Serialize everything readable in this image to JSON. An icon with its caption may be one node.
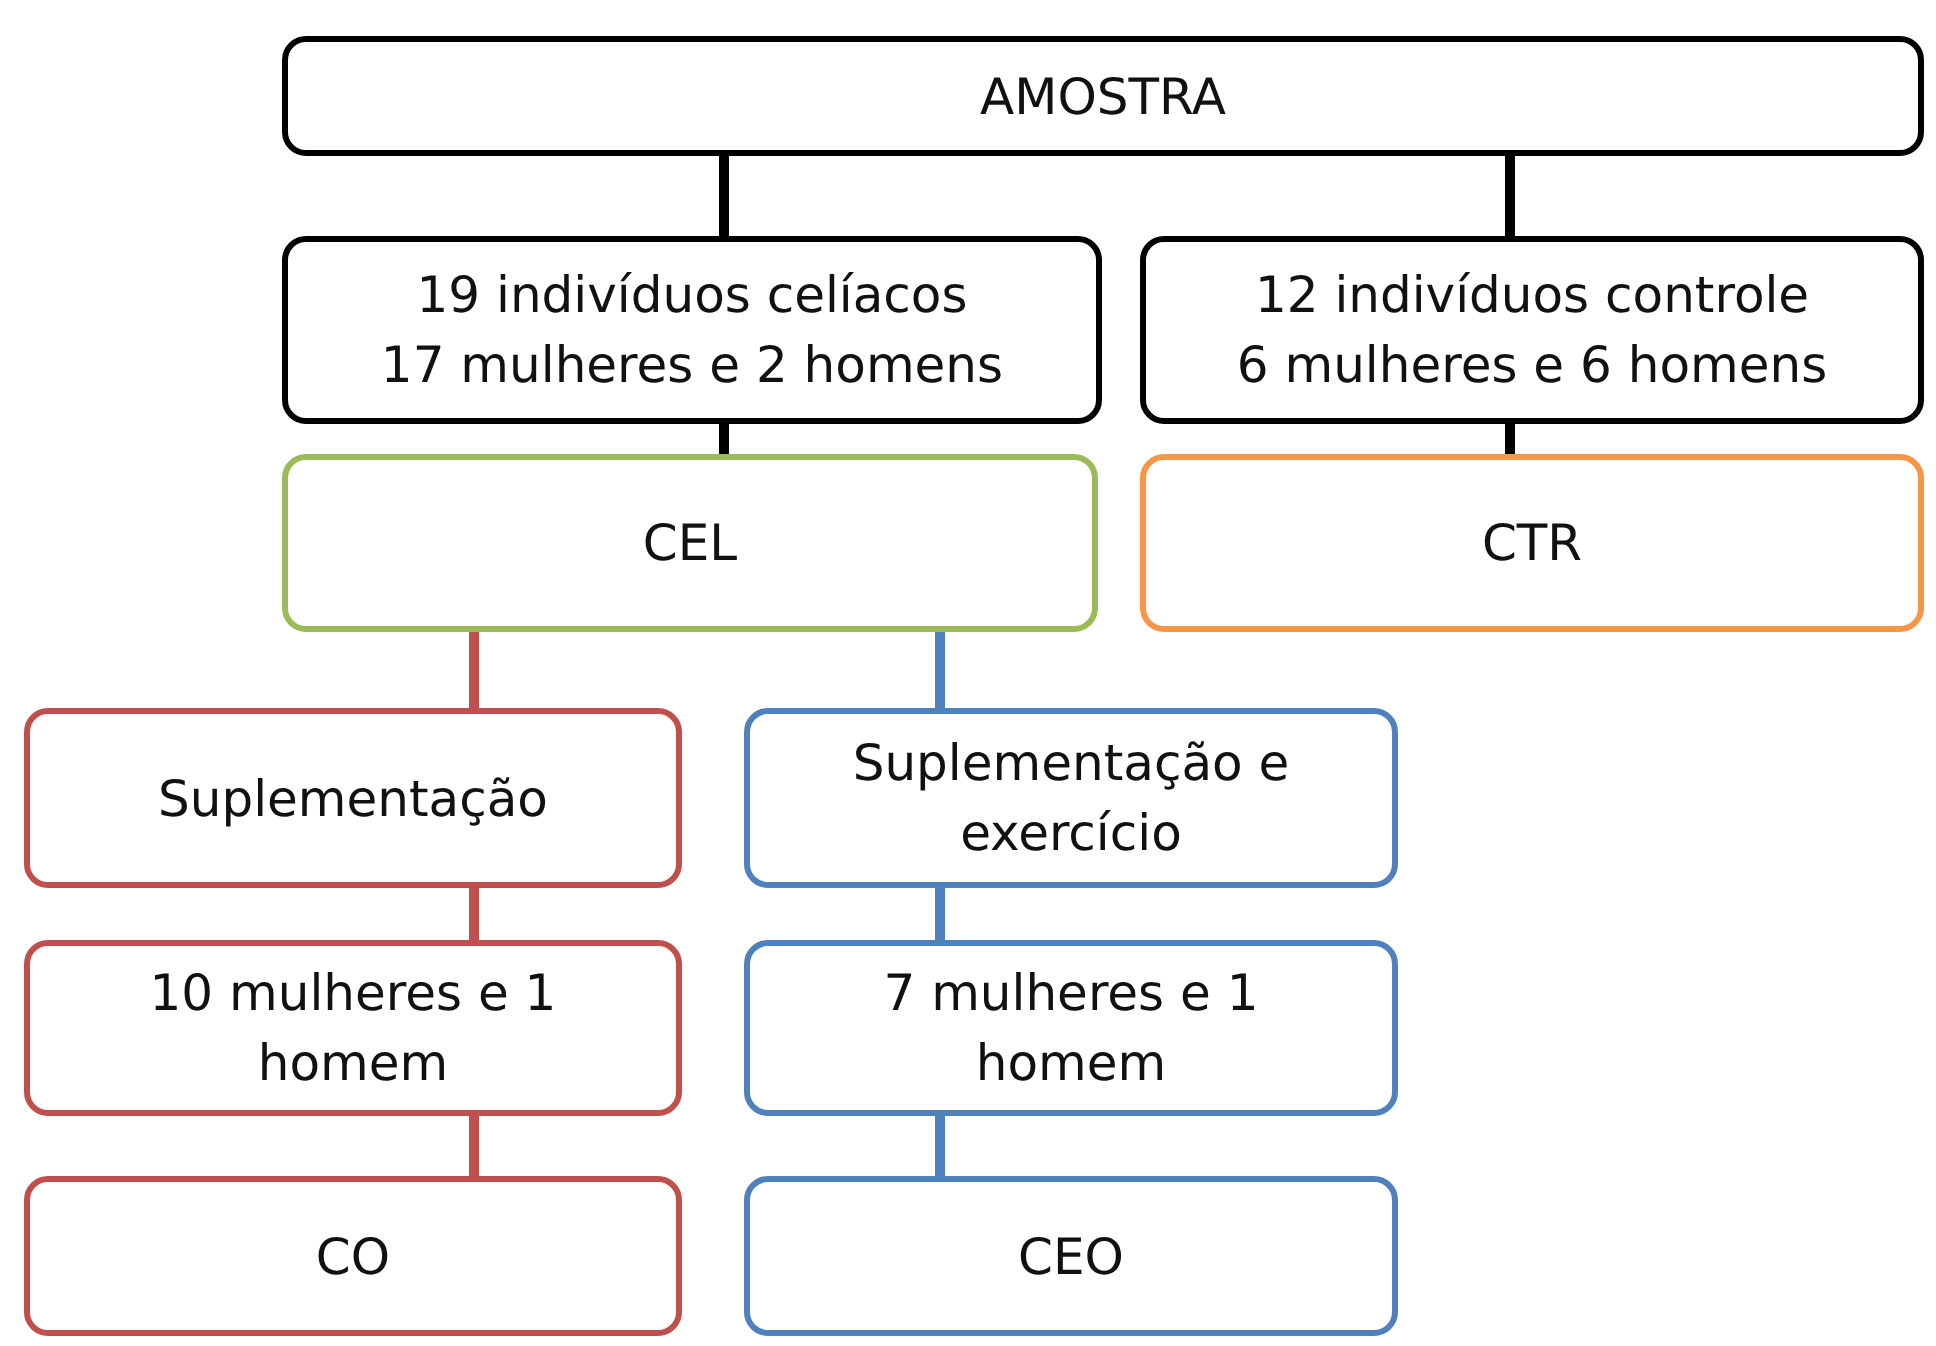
{
  "diagram": {
    "nodes": [
      {
        "text": [
          "AMOSTRA"
        ]
      },
      {
        "text": [
          "19 indivíduos celíacos",
          "17 mulheres e 2 homens"
        ]
      },
      {
        "text": [
          "12 indivíduos controle",
          "6 mulheres e 6 homens"
        ]
      },
      {
        "text": [
          "CEL"
        ]
      },
      {
        "text": [
          "CTR"
        ]
      },
      {
        "text": [
          "Suplementação"
        ]
      },
      {
        "text": [
          "Suplementação e exercício"
        ]
      },
      {
        "text": [
          "10 mulheres e 1 homem"
        ]
      },
      {
        "text": [
          "7 mulheres e 1 homem"
        ]
      },
      {
        "text": [
          "CO"
        ]
      },
      {
        "text": [
          "CEO"
        ]
      }
    ],
    "edges": [
      {
        "from": 0,
        "to": 1,
        "arrow": "none"
      },
      {
        "from": 0,
        "to": 2,
        "arrow": "none"
      },
      {
        "from": 1,
        "to": 3,
        "arrow": "none"
      },
      {
        "from": 2,
        "to": 4,
        "arrow": "none"
      },
      {
        "from": 3,
        "to": 5,
        "arrow": "none",
        "color": "#c0504d"
      },
      {
        "from": 3,
        "to": 6,
        "arrow": "none",
        "color": "#4f81bd"
      },
      {
        "from": 5,
        "to": 7,
        "arrow": "none",
        "color": "#c0504d"
      },
      {
        "from": 7,
        "to": 9,
        "arrow": "none",
        "color": "#c0504d"
      },
      {
        "from": 6,
        "to": 8,
        "arrow": "none",
        "color": "#4f81bd"
      },
      {
        "from": 8,
        "to": 10,
        "arrow": "none",
        "color": "#4f81bd"
      }
    ]
  }
}
